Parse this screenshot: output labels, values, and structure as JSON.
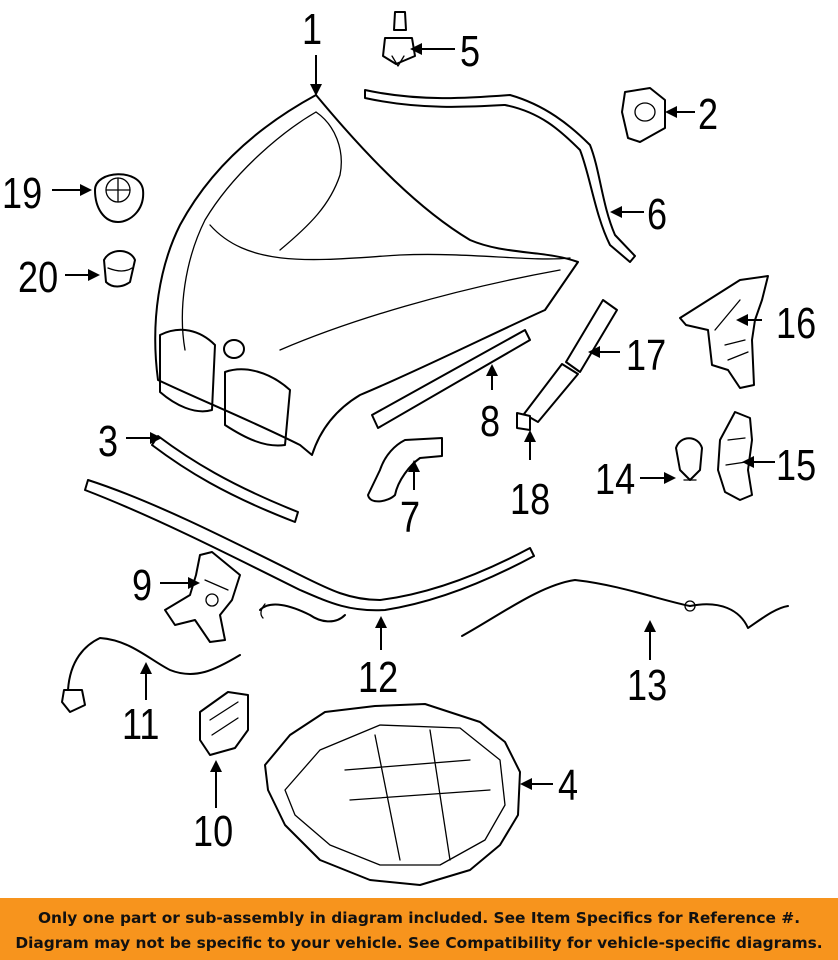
{
  "callouts": {
    "c1": "1",
    "c2": "2",
    "c3": "3",
    "c4": "4",
    "c5": "5",
    "c6": "6",
    "c7": "7",
    "c8": "8",
    "c9": "9",
    "c10": "10",
    "c11": "11",
    "c12": "12",
    "c13": "13",
    "c14": "14",
    "c15": "15",
    "c16": "16",
    "c17": "17",
    "c18": "18",
    "c19": "19",
    "c20": "20"
  },
  "banner": {
    "line1": "Only one part or sub-assembly in diagram included. See Item Specifics for Reference #.",
    "line2": "Diagram may not be specific to your vehicle. See Compatibility for vehicle-specific diagrams."
  },
  "colors": {
    "banner_bg": "#f7941d",
    "ink": "#000000"
  }
}
